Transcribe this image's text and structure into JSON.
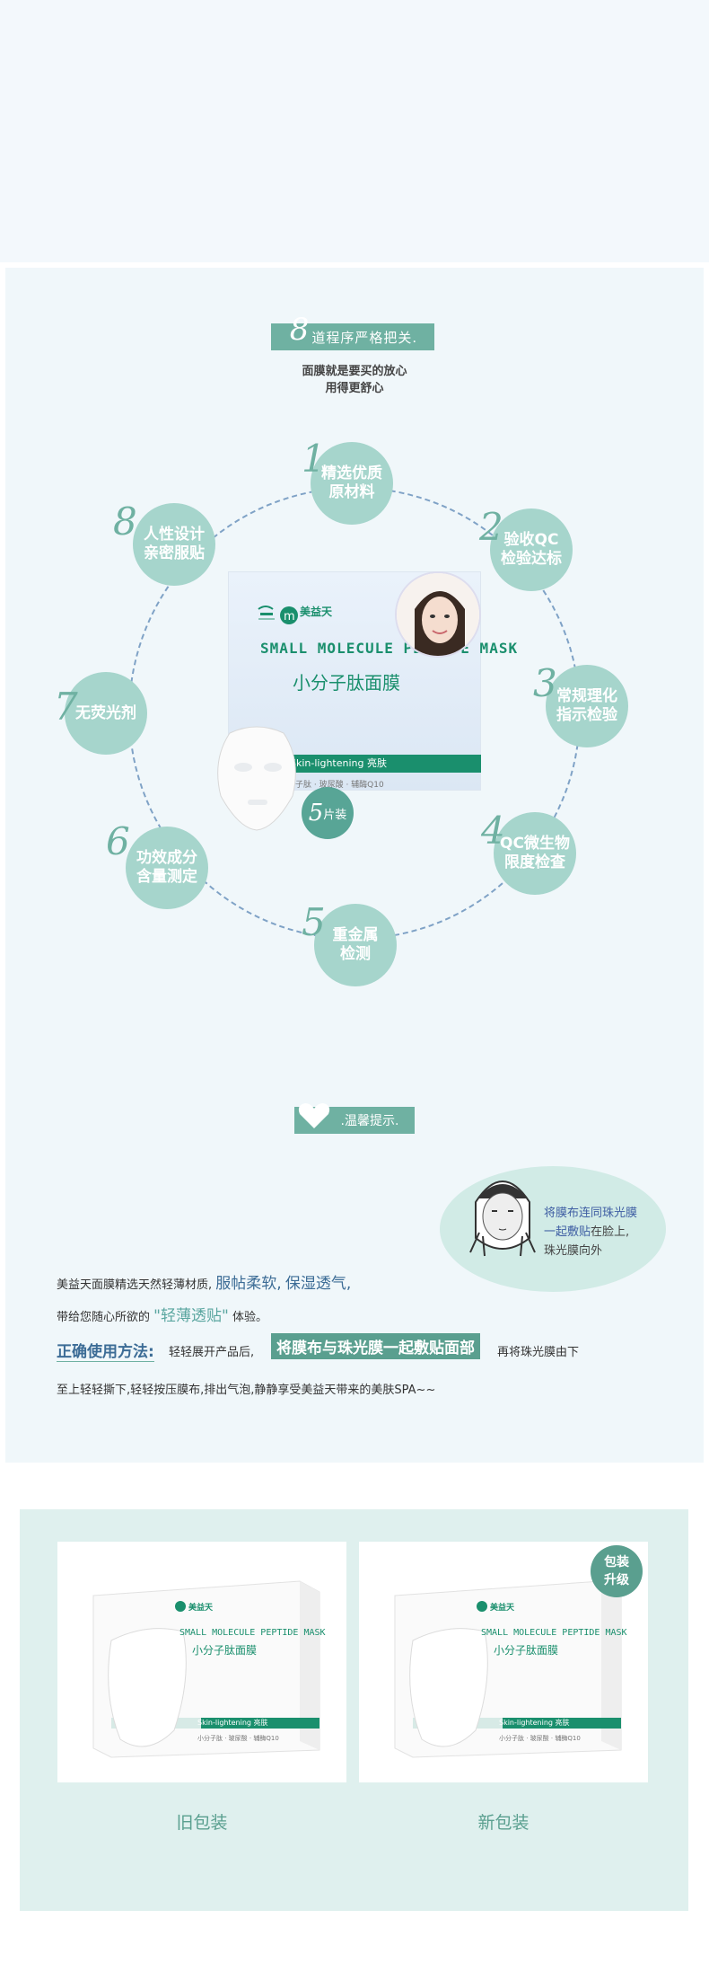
{
  "heading1": {
    "num": "8",
    "text": "道程序严格把关."
  },
  "subtitle": {
    "line1": "面膜就是要买的放心",
    "line2": "用得更舒心"
  },
  "steps": [
    {
      "num": "1",
      "l1": "精选优质",
      "l2": "原材料"
    },
    {
      "num": "2",
      "l1": "验收QC",
      "l2": "检验达标"
    },
    {
      "num": "3",
      "l1": "常规理化",
      "l2": "指示检验"
    },
    {
      "num": "4",
      "l1": "QC微生物",
      "l2": "限度检查"
    },
    {
      "num": "5",
      "l1": "重金属",
      "l2": "检测"
    },
    {
      "num": "6",
      "l1": "功效成分",
      "l2": "含量测定"
    },
    {
      "num": "7",
      "l1": "无荧光剂",
      "l2": ""
    },
    {
      "num": "8",
      "l1": "人性设计",
      "l2": "亲密服贴"
    }
  ],
  "product": {
    "brand": "美益天",
    "title_en": "SMALL MOLECULE PEPTIDE MASK",
    "title_cn": "小分子肽面膜",
    "band": "Skin-lightening 亮肤",
    "small": "小分子肽 · 玻尿酸 · 辅酶Q10",
    "count_num": "5",
    "count_unit": "片装"
  },
  "heading2": {
    "text": ".温馨提示."
  },
  "usage": {
    "l1": "将膜布连同珠光膜",
    "l2a": "一起敷贴",
    "l2b": "在脸上,",
    "l3": "珠光膜向外"
  },
  "desc": {
    "p1a": "美益天面膜精选天然轻薄材质,",
    "p1b": "服帖柔软,",
    "p1c": "保湿透气,",
    "p2a": "带给您随心所欲的",
    "p2b": "\"轻薄透贴\"",
    "p2c": "体验。",
    "howto_label": "正确使用方法:",
    "howto_a": "轻轻展开产品后,",
    "howto_hl": "将膜布与珠光膜一起敷贴面部",
    "howto_b": "再将珠光膜由下",
    "p4": "至上轻轻撕下,轻轻按压膜布,排出气泡,静静享受美益天带来的美肤SPA~~"
  },
  "packages": {
    "old_label": "旧包装",
    "new_label": "新包装",
    "upgrade": "包装升级",
    "box_en": "SMALL MOLECULE PEPTIDE MASK",
    "box_cn": "小分子肽面膜",
    "box_band": "Skin-lightening 亮肤",
    "box_small": "小分子肽 · 玻尿酸 · 辅酶Q10",
    "box_brand": "美益天"
  }
}
